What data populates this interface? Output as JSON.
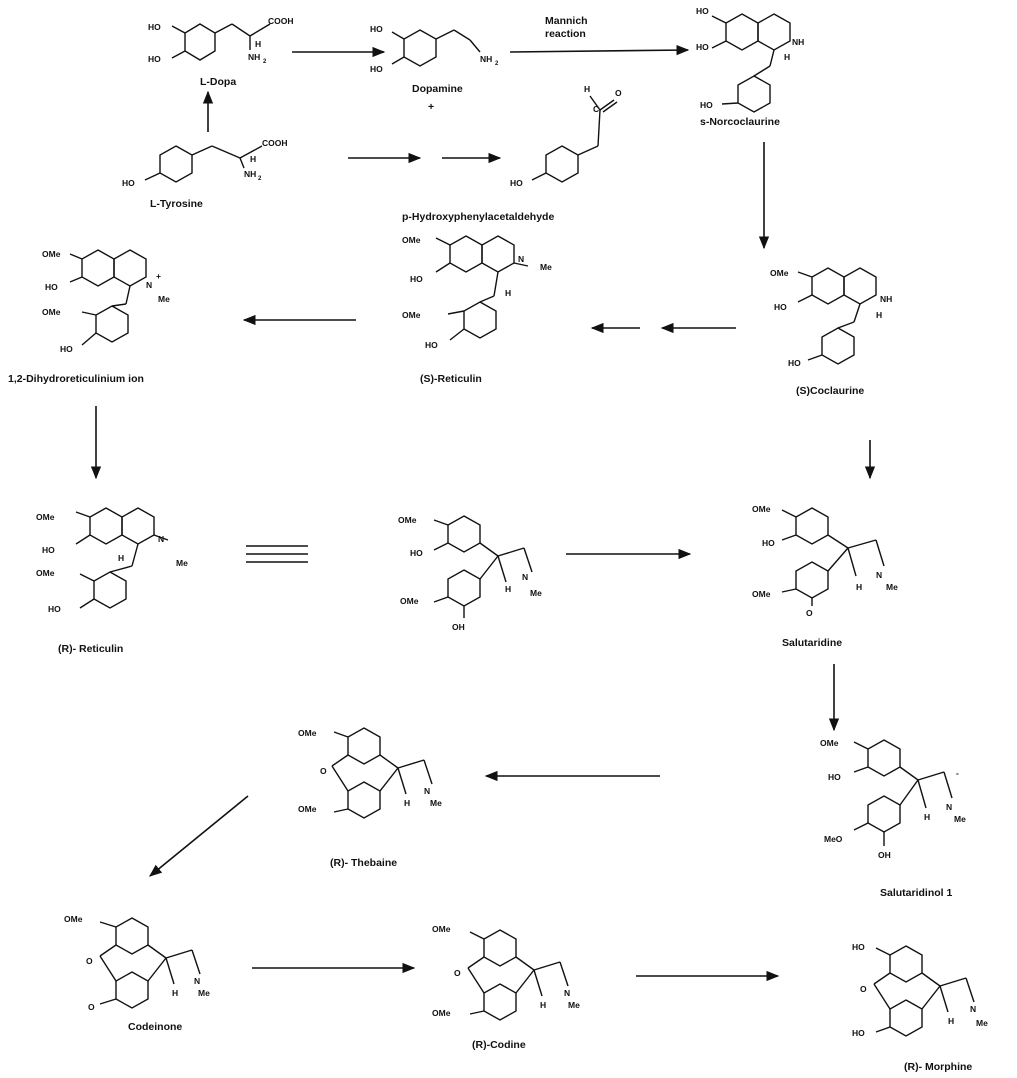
{
  "compounds": {
    "ldopa": "L-Dopa",
    "dopamine": "Dopamine",
    "plus": "+",
    "norcoclaurine": "s-Norcoclaurine",
    "tyrosine": "L-Tyrosine",
    "hpaa": "p-Hydroxyphenylacetaldehyde",
    "dihydroreticulinium": "1,2-Dihydroreticulinium ion",
    "s_reticulin": "(S)-Reticulin",
    "s_coclaurine": "(S)Coclaurine",
    "r_reticulin": "(R)- Reticulin",
    "salutaridine": "Salutaridine",
    "salutaridinol": "Salutaridinol 1",
    "thebaine": "(R)- Thebaine",
    "codeinone": "Codeinone",
    "codine": "(R)-Codine",
    "morphine": "(R)- Morphine"
  },
  "reactions": {
    "mannich_line1": "Mannich",
    "mannich_line2": "reaction"
  },
  "atoms": {
    "HO": "HO",
    "OH": "OH",
    "COOH": "COOH",
    "NH2": "NH",
    "sub2": "2",
    "H": "H",
    "NH": "NH",
    "N": "N",
    "Me": "Me",
    "OMe": "OMe",
    "MeO": "MeO",
    "O": "O",
    "C": "C",
    "plus": "+",
    "dash": "-"
  }
}
